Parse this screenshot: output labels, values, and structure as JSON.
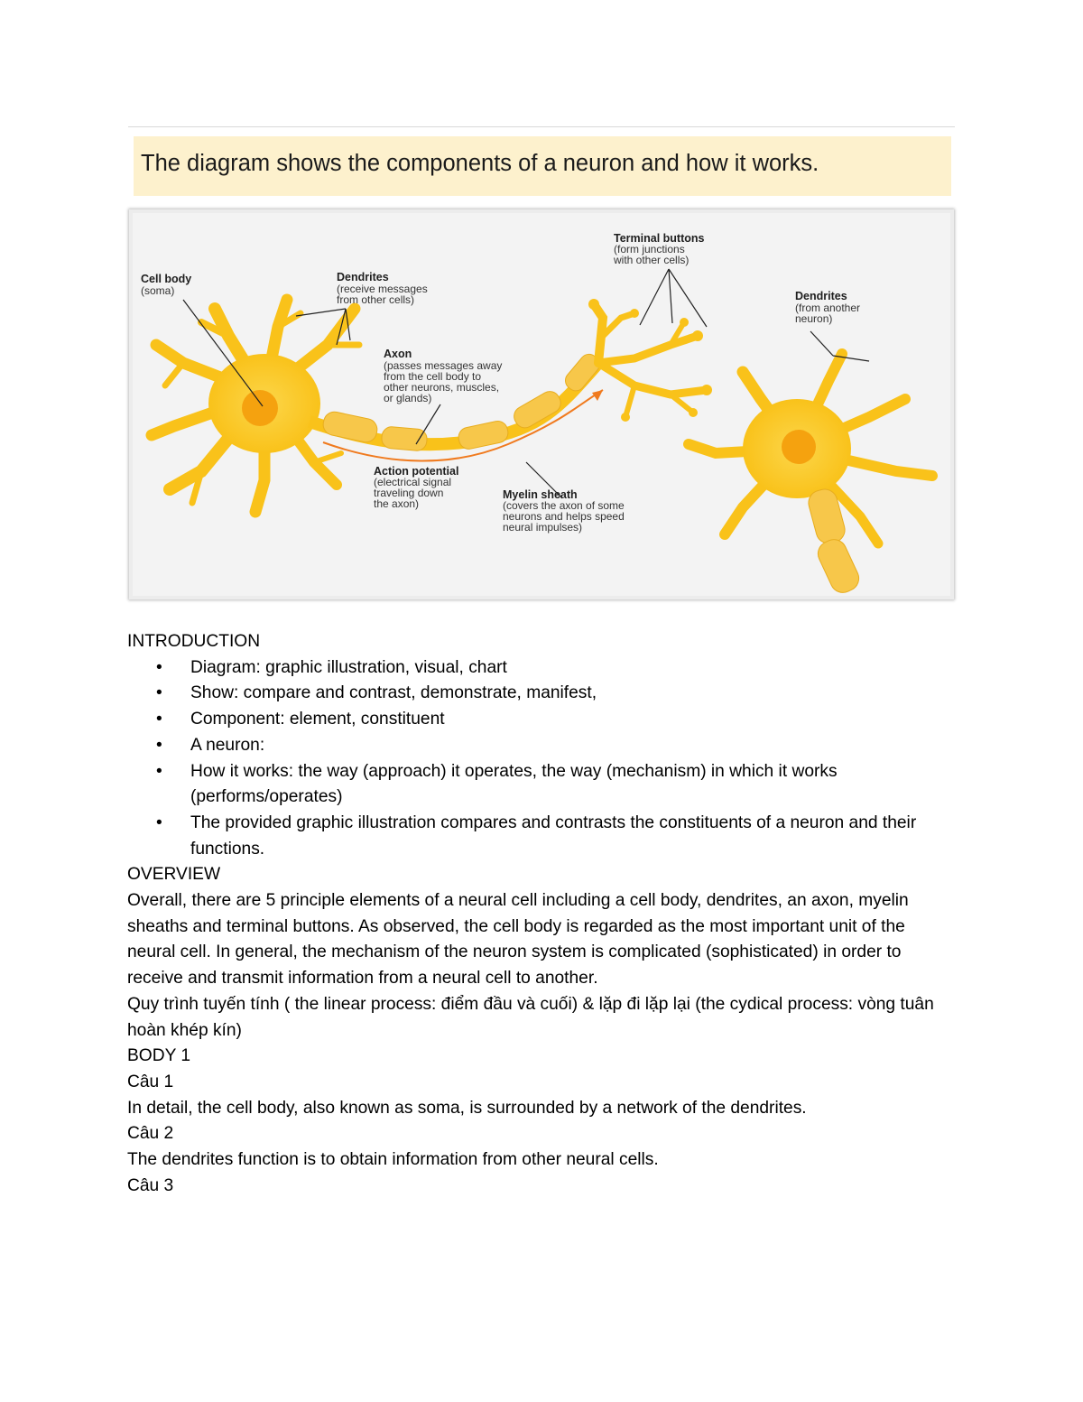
{
  "header": {
    "title": "The diagram shows the components of a neuron and how it works."
  },
  "diagram": {
    "labels": {
      "cell_body": "Cell body",
      "cell_body_sub": "(soma)",
      "dendrites": "Dendrites",
      "dendrites_sub1": "(receive messages",
      "dendrites_sub2": "from other cells)",
      "axon": "Axon",
      "axon_sub1": "(passes messages away",
      "axon_sub2": "from the cell body to",
      "axon_sub3": "other neurons, muscles,",
      "axon_sub4": "or glands)",
      "terminal": "Terminal buttons",
      "terminal_sub1": "(form junctions",
      "terminal_sub2": "with other cells)",
      "dendrites2": "Dendrites",
      "dendrites2_sub1": "(from another",
      "dendrites2_sub2": "neuron)",
      "action": "Action potential",
      "action_sub1": "(electrical signal",
      "action_sub2": "traveling down",
      "action_sub3": "the axon)",
      "myelin": "Myelin sheath",
      "myelin_sub1": "(covers the axon of some",
      "myelin_sub2": "neurons and helps speed",
      "myelin_sub3": "neural impulses)"
    },
    "colors": {
      "neuron": "#f9c21a",
      "nucleus": "#f5a20f",
      "signal": "#f07a1e",
      "myelin": "#f7c74a"
    }
  },
  "content": {
    "intro_heading": "INTRODUCTION",
    "bullet_glyph": "•",
    "intro_items": [
      "Diagram: graphic illustration, visual, chart",
      "Show: compare and contrast, demonstrate, manifest,",
      "Component: element, constituent",
      "A neuron:",
      "How it works: the way (approach) it operates, the way (mechanism) in which it works (performs/operates)",
      "The provided graphic illustration compares and contrasts the constituents of a neuron and their functions."
    ],
    "overview_heading": "OVERVIEW",
    "overview_text": "Overall, there are 5 principle elements of a neural cell including a cell body, dendrites, an axon, myelin sheaths and terminal buttons. As observed, the cell body is regarded as the most important unit of the neural cell. In general, the mechanism of the neuron system is complicated (sophisticated) in order to receive and transmit information from a neural cell to another.",
    "process_note": "Quy trình tuyến tính ( the linear process: điểm đầu và cuối) & lặp đi lặp lại (the cydical process: vòng tuân hoàn khép kín)",
    "body1_heading": "BODY 1",
    "cau1_label": "Câu 1",
    "cau1_text": "In detail, the cell body, also known as soma, is surrounded by a network of the dendrites.",
    "cau2_label": "Câu 2",
    "cau2_text": "The dendrites function is to obtain information from other neural cells.",
    "cau3_label": "Câu 3"
  }
}
